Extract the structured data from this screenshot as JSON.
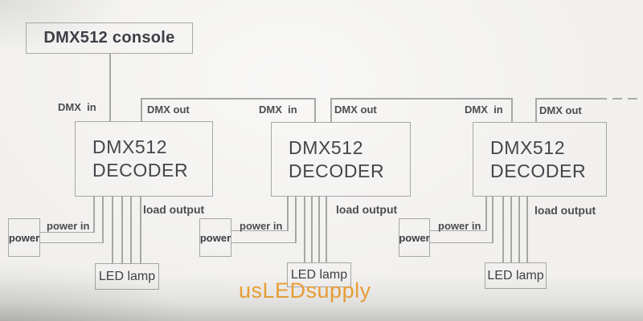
{
  "console": {
    "label": "DMX512 console"
  },
  "decoders": [
    {
      "dmx_in_label": "DMX  in",
      "dmx_out_label": "DMX out",
      "title_line1": "DMX512",
      "title_line2": "DECODER",
      "load_output_label": "load output",
      "power_in_label": "power in",
      "power_box_label": "power",
      "led_lamp_label": "LED lamp"
    },
    {
      "dmx_in_label": "DMX  in",
      "dmx_out_label": "DMX out",
      "title_line1": "DMX512",
      "title_line2": "DECODER",
      "load_output_label": "load output",
      "power_in_label": "power in",
      "power_box_label": "power",
      "led_lamp_label": "LED lamp"
    },
    {
      "dmx_in_label": "DMX  in",
      "dmx_out_label": "DMX out",
      "title_line1": "DMX512",
      "title_line2": "DECODER",
      "load_output_label": "load output",
      "power_in_label": "power in",
      "power_box_label": "power",
      "led_lamp_label": "LED lamp"
    }
  ],
  "watermark": {
    "text": "usLEDsupply",
    "color": "#f0a133"
  },
  "colors": {
    "wire": "#a6a6a4",
    "label_text": "#4c4c52",
    "background": "#f1f0ee",
    "watermark": "#f0a133"
  }
}
